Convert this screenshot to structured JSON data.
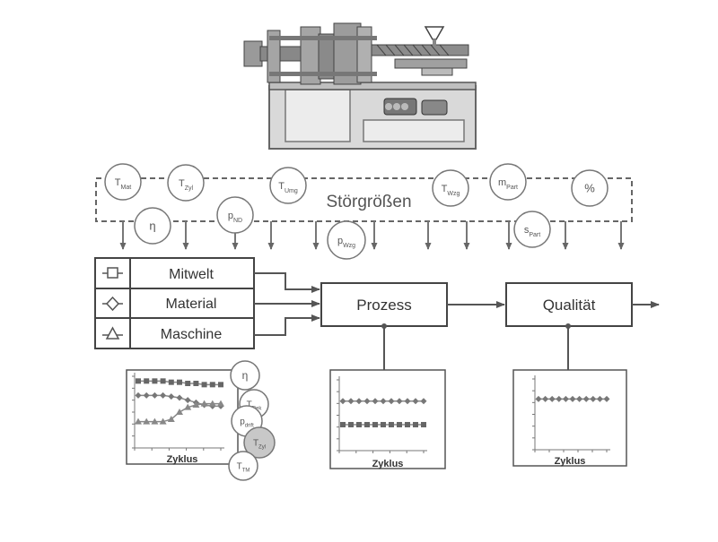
{
  "disturbances": {
    "title": "Störgrößen",
    "variables": [
      {
        "sym": "T",
        "sub": "Mat"
      },
      {
        "sym": "T",
        "sub": "Zyl"
      },
      {
        "sym": "T",
        "sub": "Umg"
      },
      {
        "sym": "T",
        "sub": "Wzg"
      },
      {
        "sym": "m",
        "sub": "Part"
      },
      {
        "sym": "%",
        "sub": ""
      },
      {
        "sym": "η",
        "sub": ""
      },
      {
        "sym": "p",
        "sub": "ND"
      },
      {
        "sym": "p",
        "sub": "Wzg"
      },
      {
        "sym": "s",
        "sub": "Part"
      }
    ]
  },
  "inputs": [
    {
      "label": "Mitwelt",
      "marker": "square"
    },
    {
      "label": "Material",
      "marker": "diamond"
    },
    {
      "label": "Maschine",
      "marker": "triangle"
    }
  ],
  "process": {
    "label": "Prozess"
  },
  "quality": {
    "label": "Qualität"
  },
  "sensors": [
    {
      "sym": "η",
      "sub": ""
    },
    {
      "sym": "T",
      "sub": "Rek"
    },
    {
      "sym": "p",
      "sub": "drift"
    },
    {
      "sym": "T",
      "sub": "Zyl"
    },
    {
      "sym": "T",
      "sub": "TM"
    }
  ],
  "charts": [
    {
      "type": "line",
      "xlabel": "Zyklus",
      "series": [
        {
          "marker": "square",
          "values": [
            5.6,
            5.6,
            5.6,
            5.6,
            5.5,
            5.5,
            5.4,
            5.4,
            5.3,
            5.3,
            5.3
          ]
        },
        {
          "marker": "diamond",
          "values": [
            4.4,
            4.4,
            4.4,
            4.4,
            4.3,
            4.2,
            4.0,
            3.8,
            3.6,
            3.5,
            3.5
          ]
        },
        {
          "marker": "triangle",
          "values": [
            2.2,
            2.2,
            2.2,
            2.2,
            2.4,
            3.0,
            3.4,
            3.6,
            3.7,
            3.7,
            3.7
          ]
        }
      ],
      "ylim": [
        0,
        6
      ]
    },
    {
      "type": "line",
      "xlabel": "Zyklus",
      "series": [
        {
          "marker": "diamond",
          "values": [
            4.2,
            4.2,
            4.2,
            4.2,
            4.2,
            4.2,
            4.2,
            4.2,
            4.2,
            4.2,
            4.2
          ]
        },
        {
          "marker": "square",
          "values": [
            2.2,
            2.2,
            2.2,
            2.2,
            2.2,
            2.2,
            2.2,
            2.2,
            2.2,
            2.2,
            2.2
          ]
        }
      ],
      "ylim": [
        0,
        6
      ]
    },
    {
      "type": "line",
      "xlabel": "Zyklus",
      "series": [
        {
          "marker": "diamond",
          "values": [
            4.3,
            4.3,
            4.3,
            4.3,
            4.3,
            4.3,
            4.3,
            4.3,
            4.3,
            4.3,
            4.3
          ]
        }
      ],
      "ylim": [
        0,
        6
      ]
    }
  ]
}
